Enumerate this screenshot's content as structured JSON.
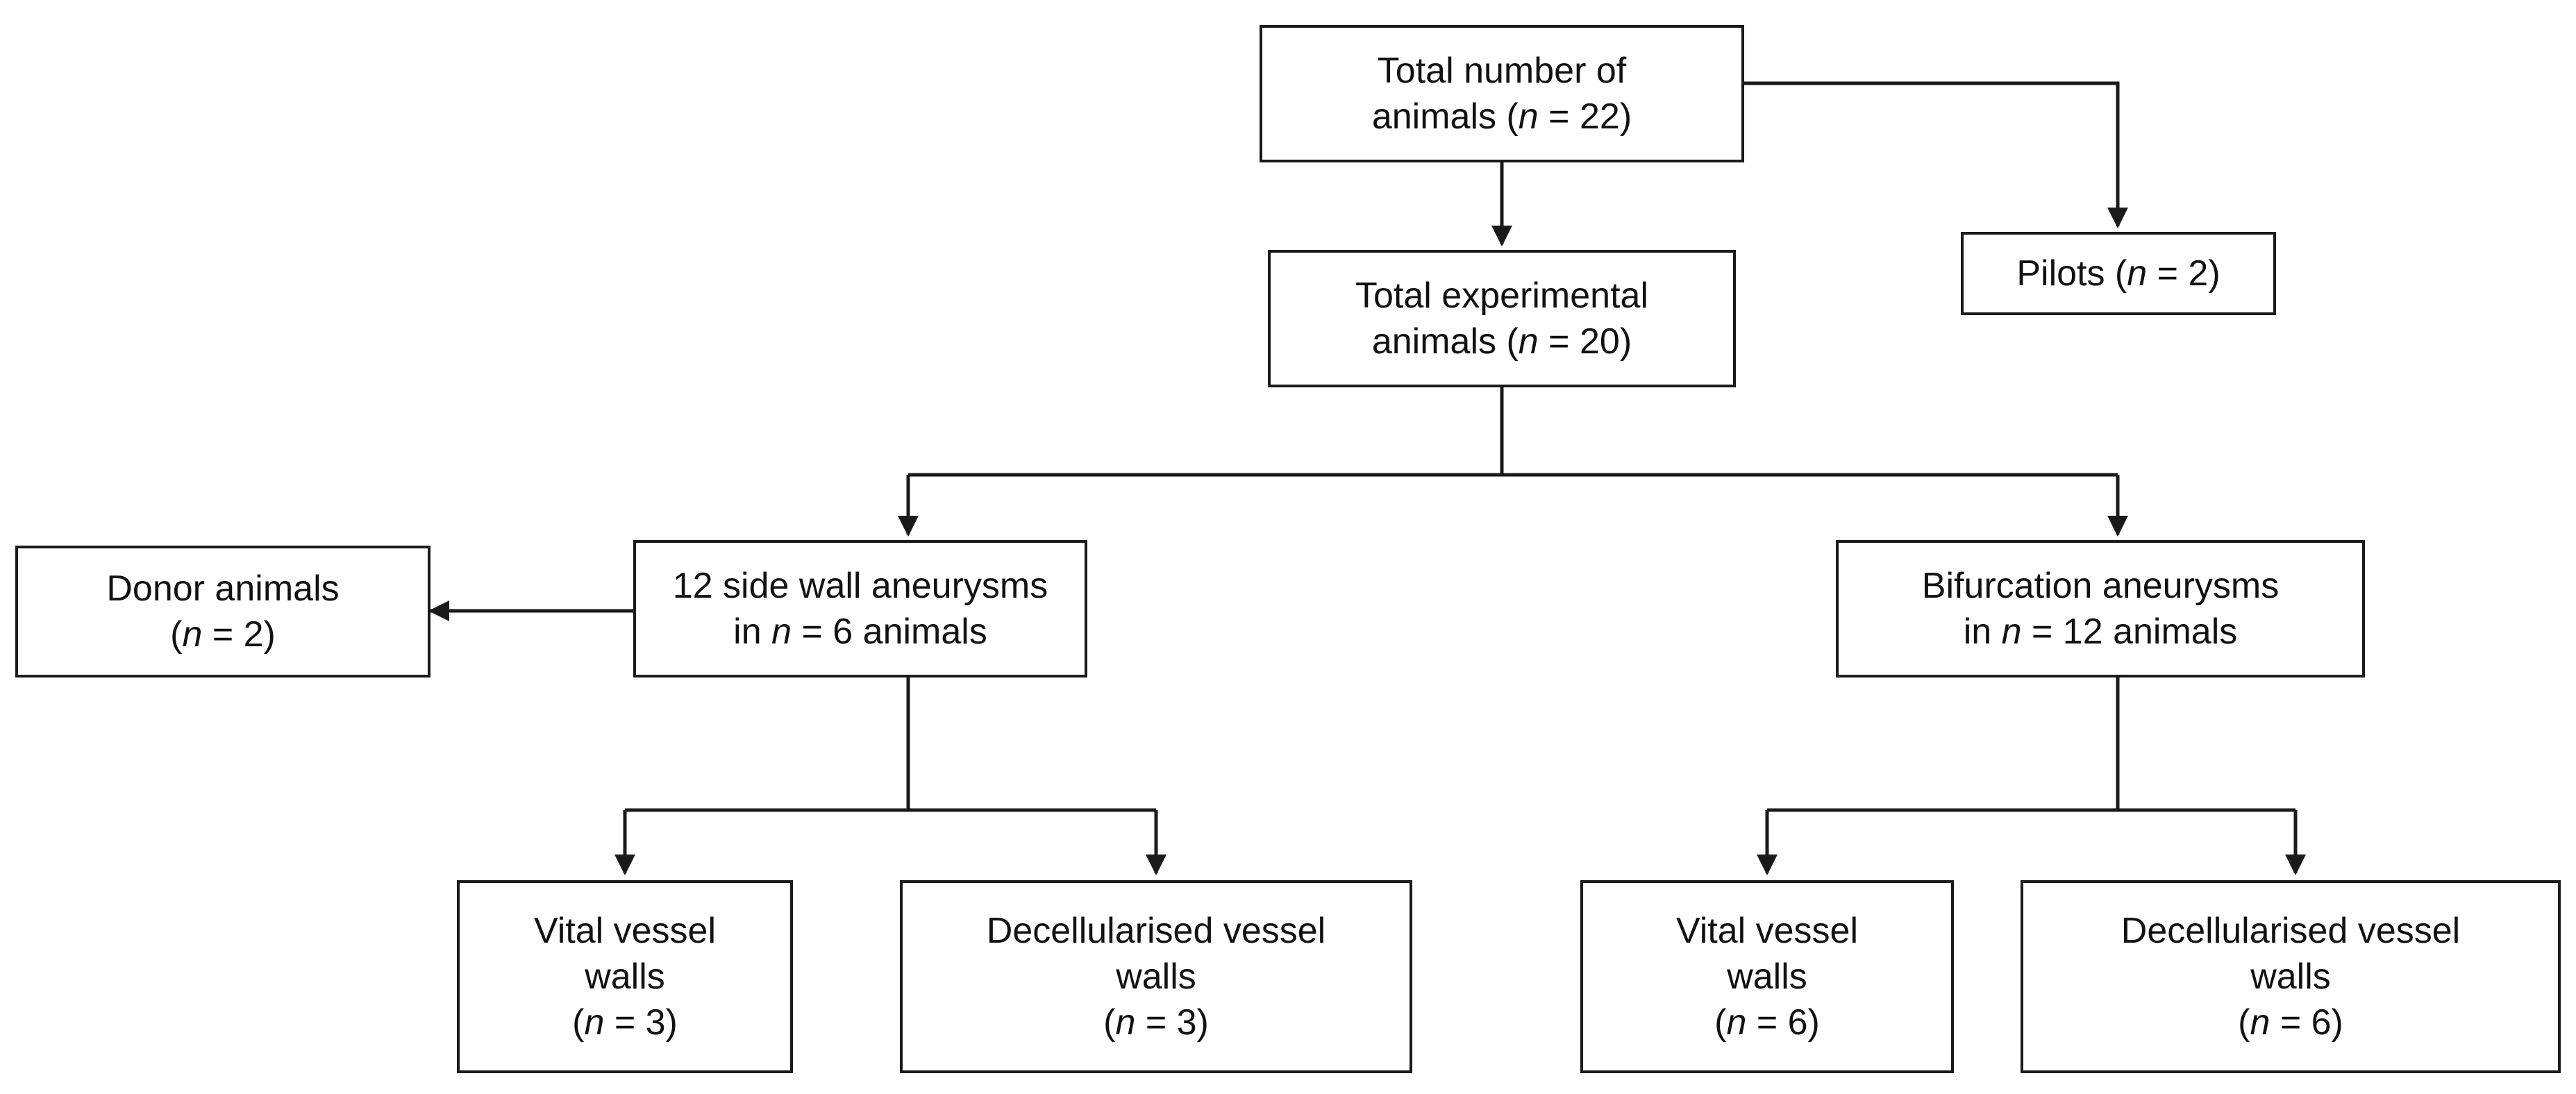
{
  "diagram": {
    "nodes": {
      "total_animals": {
        "line1": "Total number of",
        "pre": "animals  (",
        "n": "n",
        "post": " = 22)"
      },
      "pilots": {
        "pre": "Pilots (",
        "n": "n",
        "post": " = 2)"
      },
      "experimental": {
        "line1": "Total experimental",
        "pre": "animals (",
        "n": "n",
        "post": " = 20)"
      },
      "donor": {
        "line1": "Donor animals",
        "pre": "(",
        "n": "n",
        "post": " = 2)"
      },
      "side_wall": {
        "line1": "12 side wall aneurysms",
        "pre": "in ",
        "n": "n",
        "post": " = 6 animals"
      },
      "bifurcation": {
        "line1": "Bifurcation aneurysms",
        "pre": "in ",
        "n": "n",
        "post": " = 12 animals"
      },
      "side_vital": {
        "line1": "Vital vessel",
        "line2": "walls",
        "pre": "(",
        "n": "n",
        "post": " = 3)"
      },
      "side_decell": {
        "line1": "Decellularised vessel",
        "line2": "walls",
        "pre": "(",
        "n": "n",
        "post": " = 3)"
      },
      "bif_vital": {
        "line1": "Vital vessel",
        "line2": "walls",
        "pre": "(",
        "n": "n",
        "post": " = 6)"
      },
      "bif_decell": {
        "line1": "Decellularised vessel",
        "line2": "walls",
        "pre": "(",
        "n": "n",
        "post": " = 6)"
      }
    },
    "edges": [
      {
        "from": "total_animals",
        "to": "experimental"
      },
      {
        "from": "total_animals",
        "to": "pilots"
      },
      {
        "from": "experimental",
        "to": "side_wall"
      },
      {
        "from": "experimental",
        "to": "bifurcation"
      },
      {
        "from": "side_wall",
        "to": "donor"
      },
      {
        "from": "side_wall",
        "to": "side_vital"
      },
      {
        "from": "side_wall",
        "to": "side_decell"
      },
      {
        "from": "bifurcation",
        "to": "bif_vital"
      },
      {
        "from": "bifurcation",
        "to": "bif_decell"
      }
    ]
  }
}
